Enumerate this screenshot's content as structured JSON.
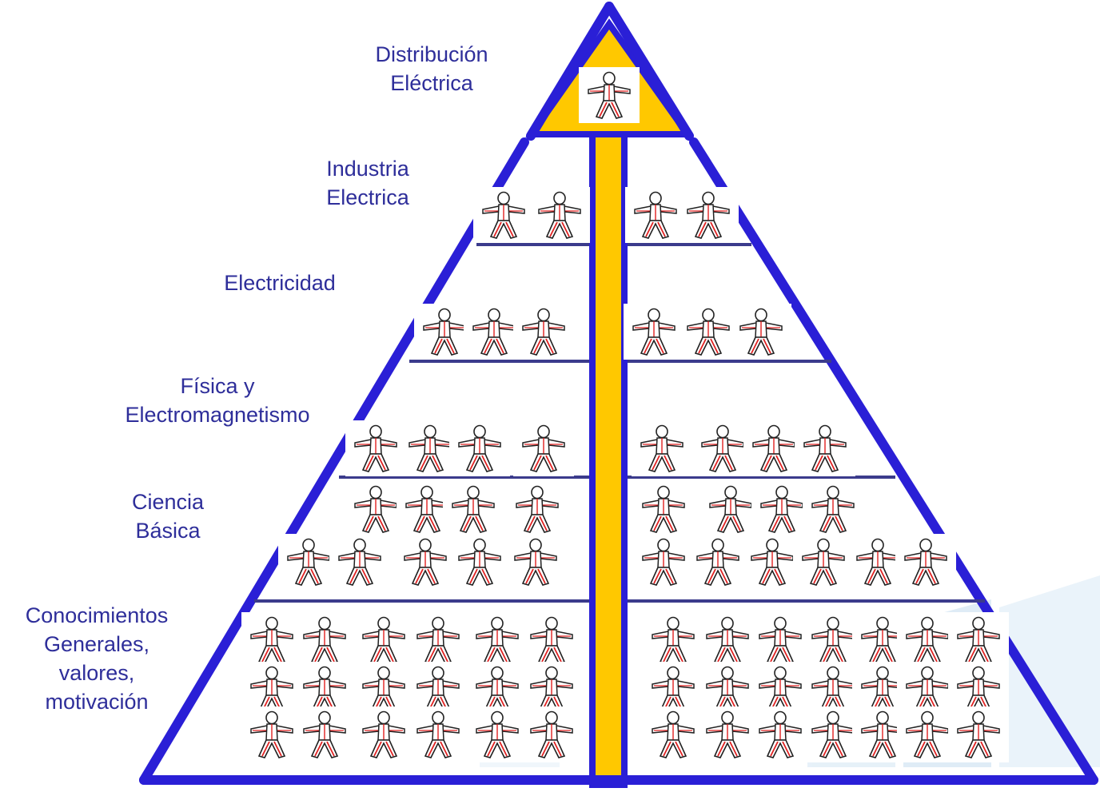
{
  "colors": {
    "pyramid_outline": "#2a1fd6",
    "divider": "#3b3b8c",
    "arrow_fill": "#ffc800",
    "label_text": "#2e2e9a",
    "figure_outline": "#222222",
    "figure_red": "#e02020",
    "watermark": "#cfe3f2"
  },
  "icons": {
    "person": "person-figure-icon",
    "arrow": "up-arrow-icon"
  },
  "levels": [
    {
      "id": "distribucion",
      "lines": [
        "Distribución",
        "Eléctrica"
      ],
      "person_count": 1
    },
    {
      "id": "industria",
      "lines": [
        "Industria",
        "Electrica"
      ],
      "person_count": 4
    },
    {
      "id": "electricidad",
      "lines": [
        "Electricidad"
      ],
      "person_count": 6
    },
    {
      "id": "fisica",
      "lines": [
        "Física y",
        "Electromagnetismo"
      ],
      "person_count": 8
    },
    {
      "id": "ciencia",
      "lines": [
        "Ciencia",
        "Básica"
      ],
      "person_count": 19
    },
    {
      "id": "conocimientos",
      "lines": [
        "Conocimientos",
        "Generales,",
        "valores,",
        "motivación"
      ],
      "person_count": 39
    }
  ]
}
